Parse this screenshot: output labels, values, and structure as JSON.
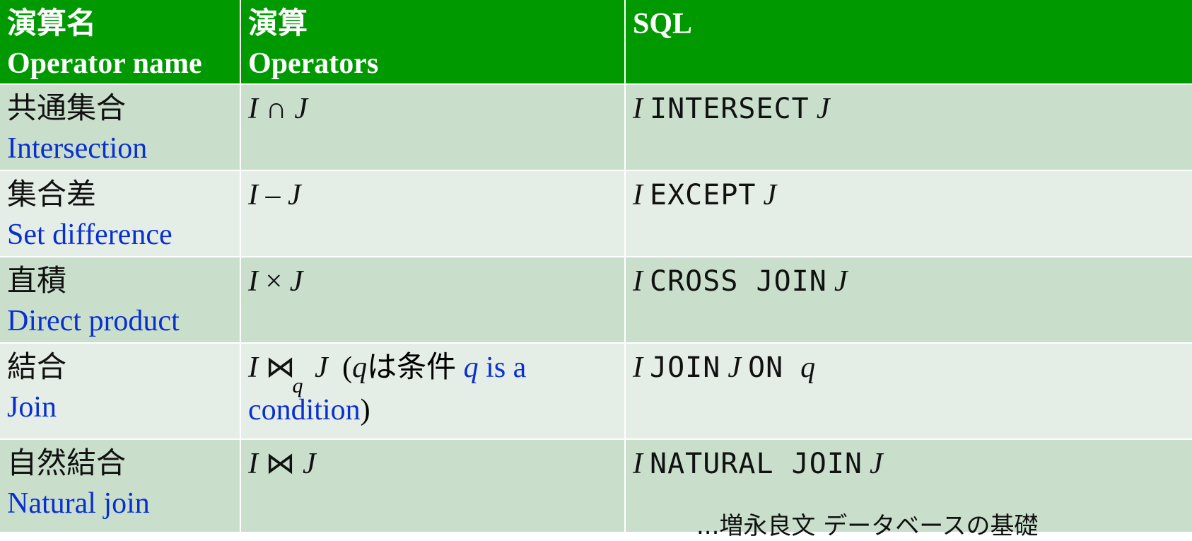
{
  "header": {
    "col1_ja": "演算名",
    "col1_en": "Operator name",
    "col2_ja": "演算",
    "col2_en": "Operators",
    "col3": "SQL"
  },
  "rows": [
    {
      "ja": "共通集合",
      "en": "Intersection",
      "op_left": "I",
      "op_symbol": "∩",
      "op_right": "J",
      "sql_left": "I",
      "sql_keyword": "INTERSECT",
      "sql_right": "J"
    },
    {
      "ja": "集合差",
      "en": "Set difference",
      "op_left": "I",
      "op_symbol": "–",
      "op_right": "J",
      "sql_left": "I",
      "sql_keyword": "EXCEPT",
      "sql_right": "J"
    },
    {
      "ja": "直積",
      "en": "Direct product",
      "op_left": "I",
      "op_symbol": "×",
      "op_right": "J",
      "sql_left": "I",
      "sql_keyword": "CROSS JOIN",
      "sql_right": "J"
    },
    {
      "ja": "結合",
      "en": "Join",
      "op_left": "I",
      "op_symbol": "⋈",
      "op_sub": "q",
      "op_right": "J",
      "op_note_open": "(",
      "op_note_var": "q",
      "op_note_ja": "は条件",
      "op_note_var2": "q",
      "op_note_en": "is a condition",
      "op_note_close": ")",
      "sql_left": "I",
      "sql_keyword": "JOIN",
      "sql_mid": "J",
      "sql_keyword2": "ON",
      "sql_right": "q"
    },
    {
      "ja": "自然結合",
      "en": "Natural join",
      "op_left": "I",
      "op_symbol": "⋈",
      "op_right": "J",
      "sql_left": "I",
      "sql_keyword": "NATURAL JOIN",
      "sql_right": "J"
    }
  ],
  "footer_note": "...増永良文 データベースの基礎"
}
